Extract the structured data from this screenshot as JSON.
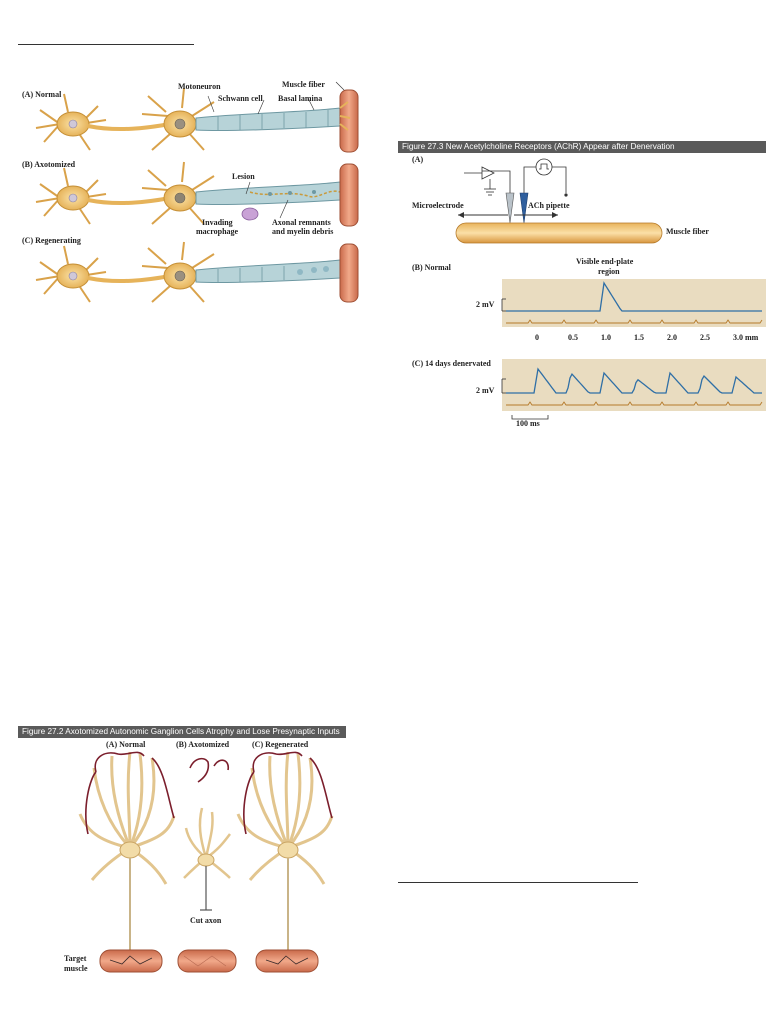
{
  "fig1": {
    "panels": [
      "(A) Normal",
      "(B) Axotomized",
      "(C) Regenerating"
    ],
    "labels": {
      "motoneuron": "Motoneuron",
      "muscle_fiber": "Muscle fiber",
      "schwann": "Schwann cell",
      "basal": "Basal lamina",
      "lesion": "Lesion",
      "macrophage_1": "Invading",
      "macrophage_2": "macrophage",
      "remnants_1": "Axonal remnants",
      "remnants_2": "and myelin debris"
    }
  },
  "fig2": {
    "caption": "Figure 27.2  Axotomized Autonomic Ganglion Cells Atrophy and Lose Presynaptic Inputs",
    "panels": [
      "(A) Normal",
      "(B) Axotomized",
      "(C) Regenerated"
    ],
    "cut_axon": "Cut axon",
    "target_1": "Target",
    "target_2": "muscle"
  },
  "fig3": {
    "caption": "Figure 27.3  New Acetylcholine Receptors (AChR) Appear after Denervation",
    "panel_a": "(A)",
    "microelectrode": "Microelectrode",
    "ach_pipette": "ACh pipette",
    "muscle_fiber": "Muscle fiber",
    "panel_b": "(B) Normal",
    "visible_1": "Visible end-plate",
    "visible_2": "region",
    "scale_mv_b": "2 mV",
    "ticks": [
      "0",
      "0.5",
      "1.0",
      "1.5",
      "2.0",
      "2.5",
      "3.0 mm"
    ],
    "panel_c": "(C) 14 days denervated",
    "scale_mv_c": "2 mV",
    "scale_ms": "100 ms"
  },
  "colors": {
    "neuron": "#f2c66e",
    "neuron_dark": "#c99a3b",
    "schwann": "#a9c8cf",
    "muscle": "#e08a6a",
    "trace_blue": "#2f6fa6",
    "trace_bg": "#e9dcc0",
    "caption_bg": "#5a5a5a"
  }
}
